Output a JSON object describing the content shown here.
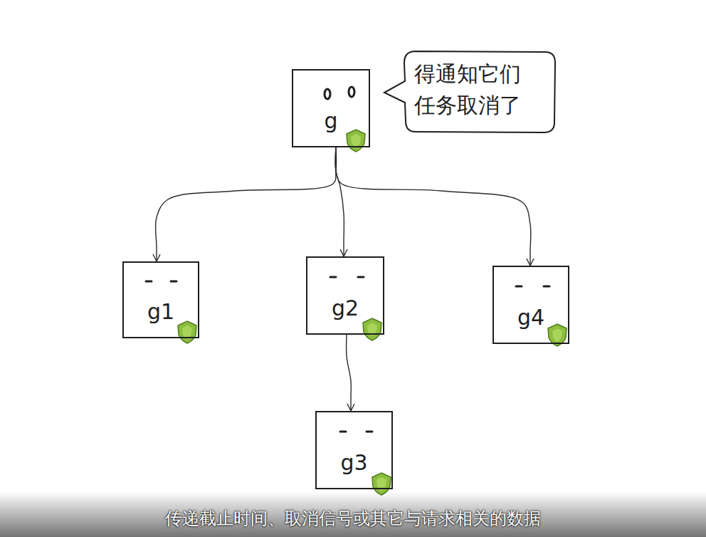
{
  "diagram": {
    "caption": "传递截止时间、取消信号或其它与请求相关的数据",
    "nodes": [
      {
        "text": [
          "g"
        ]
      },
      {
        "text": [
          "得通知它们 任务取消了"
        ]
      },
      {
        "text": [
          "g1"
        ]
      },
      {
        "text": [
          "g2"
        ]
      },
      {
        "text": [
          "g4"
        ]
      },
      {
        "text": [
          "g3"
        ]
      }
    ],
    "edges": [
      {
        "from": 0,
        "to": 2,
        "arrow": "to"
      },
      {
        "from": 0,
        "to": 3,
        "arrow": "to"
      },
      {
        "from": 0,
        "to": 4,
        "arrow": "to"
      },
      {
        "from": 3,
        "to": 5,
        "arrow": "to"
      }
    ]
  }
}
